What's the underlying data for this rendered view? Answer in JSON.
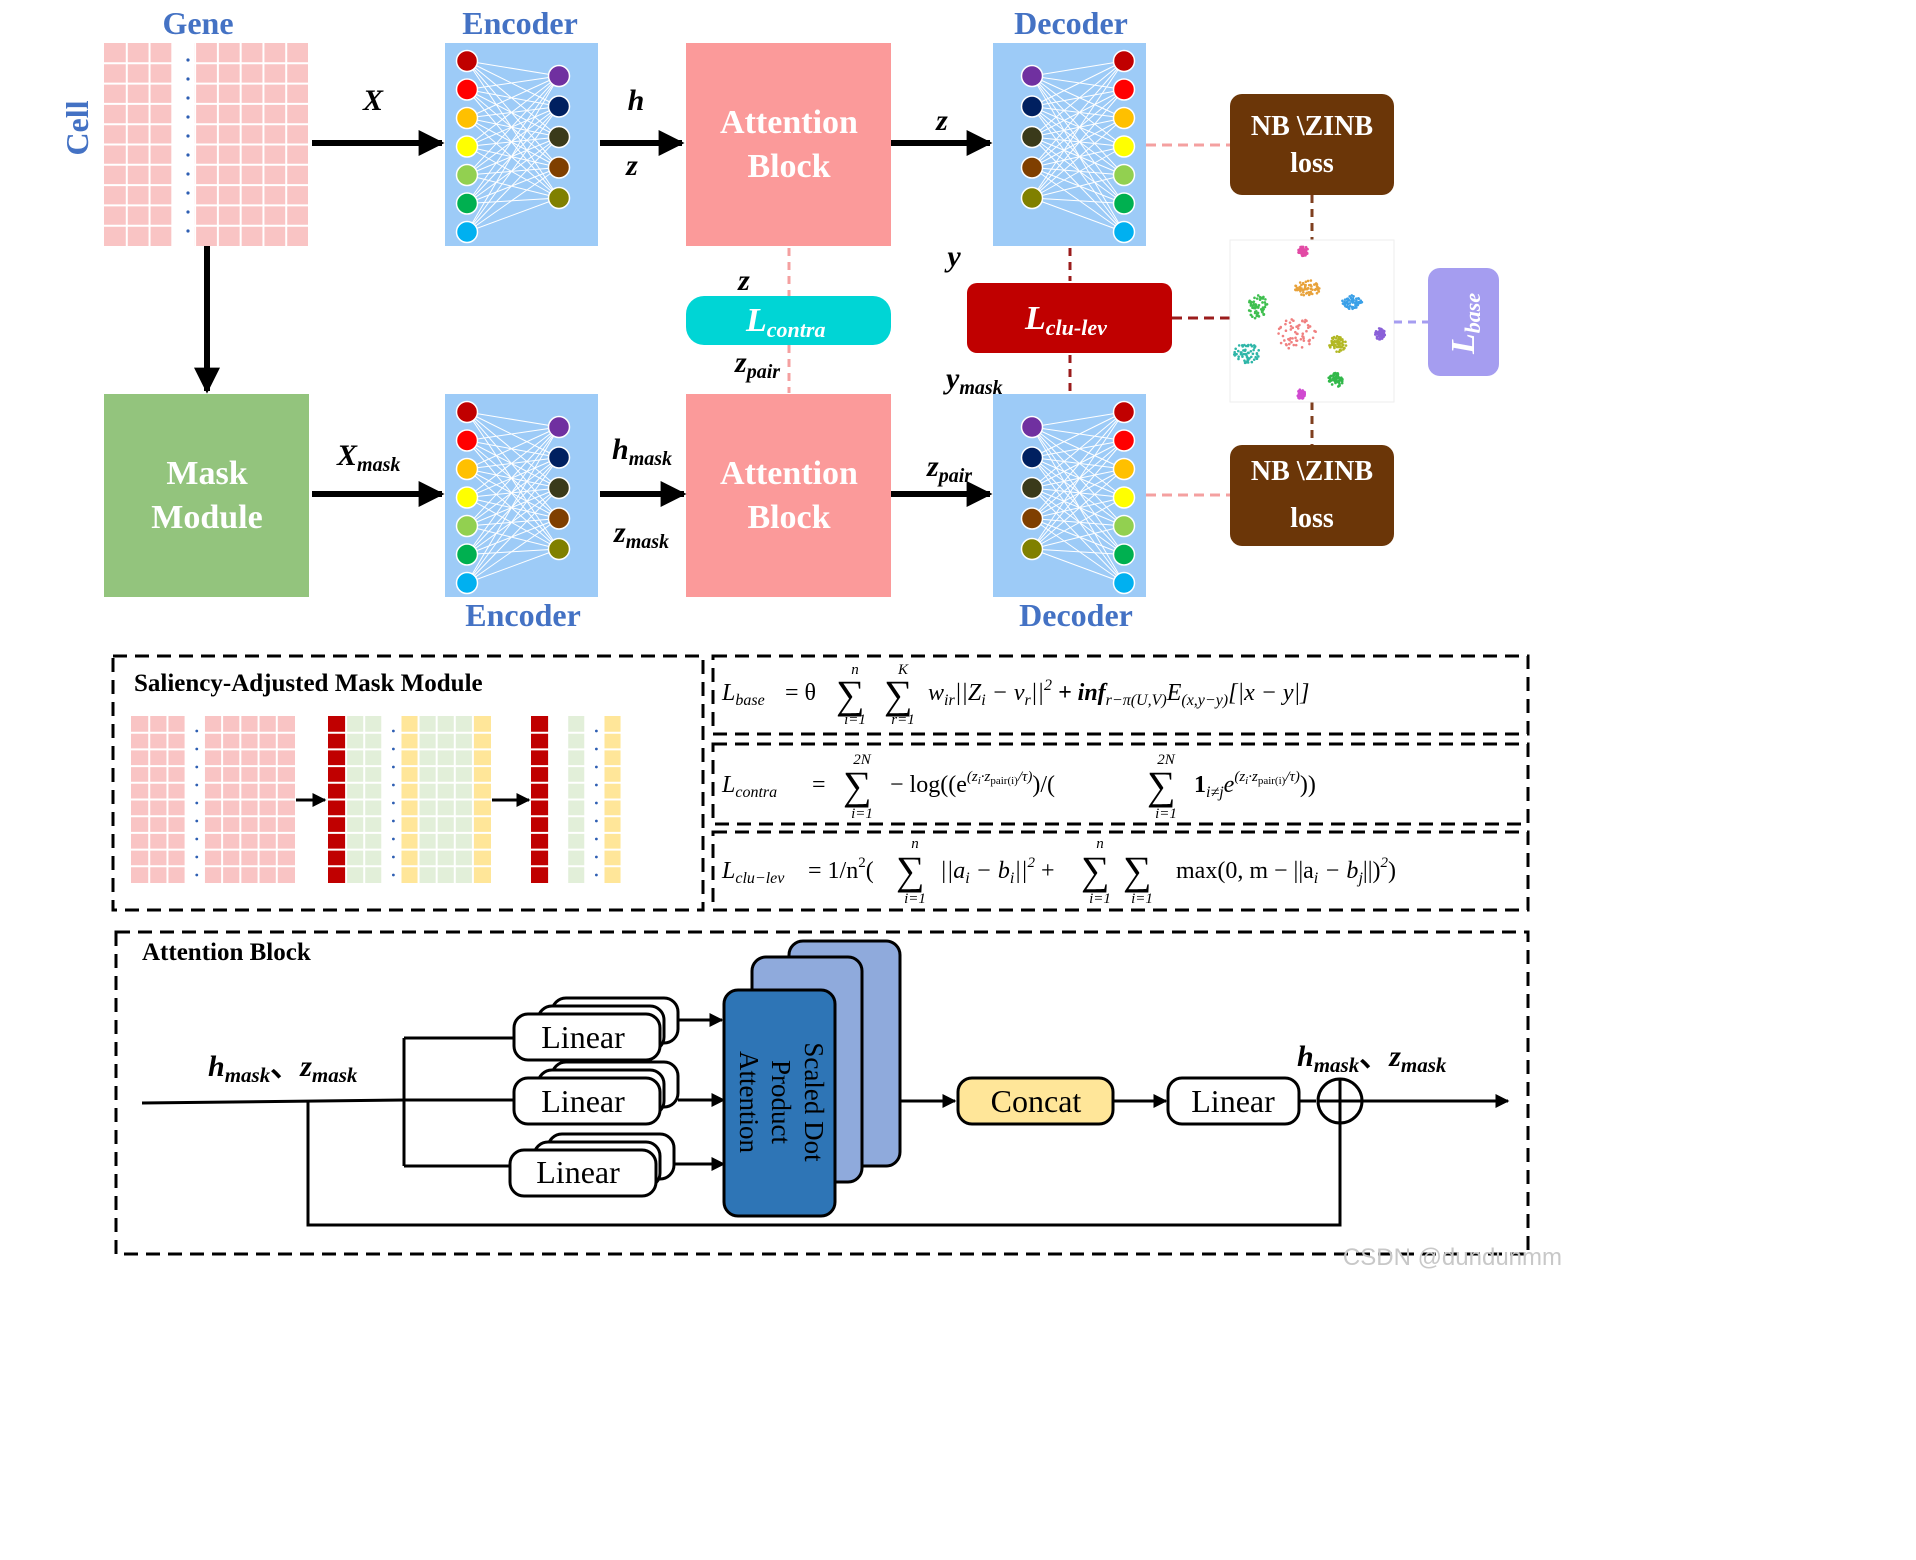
{
  "colors": {
    "title_blue": "#4472c4",
    "grid_pink": "#f9c4c4",
    "encoder_bg": "#9dcbf7",
    "attention_bg": "#fb9a9a",
    "mask_bg": "#93c47d",
    "loss_brown": "#6b3608",
    "contra_cyan": "#00d5d5",
    "clu_red": "#c00000",
    "base_purple": "#a59df0",
    "dot_attn_dark": "#2e75b6",
    "dot_attn_mid": "#6f93d6",
    "dot_attn_light": "#8faadc",
    "concat_yellow": "#ffe699",
    "dash_pink": "#f4a0a0",
    "dash_brown": "#7f3f1f",
    "dash_purple": "#a59df0"
  },
  "top": {
    "gene_label": "Gene",
    "cell_label": "Cell",
    "encoder_top": "Encoder",
    "encoder_bottom": "Encoder",
    "decoder_top": "Decoder",
    "decoder_bottom": "Decoder",
    "x_label": "X",
    "h_label": "h",
    "z_label_a": "z",
    "z_label_b": "z",
    "z_label_c": "z",
    "y_label": "y",
    "zpair_label": "z",
    "zpair_sub": "pair",
    "ymask_label": "y",
    "ymask_sub": "mask",
    "xmask_label": "X",
    "xmask_sub": "mask",
    "hmask_label": "h",
    "hmask_sub": "mask",
    "zmask_label": "z",
    "zmask_sub": "mask",
    "zpair2_label": "z",
    "zpair2_sub": "pair",
    "attention_line1": "Attention",
    "attention_line2": "Block",
    "attention2_line1": "Attention",
    "attention2_line2": "Block",
    "mask_line1": "Mask",
    "mask_line2": "Module",
    "loss_top_line1": "NB \\ZINB",
    "loss_top_line2": "loss",
    "loss_bottom_line1": "NB \\ZINB",
    "loss_bottom_line2": "loss",
    "contra_L": "L",
    "contra_sub": "contra",
    "clu_L": "L",
    "clu_sub": "clu-lev",
    "base_L": "L",
    "base_sub": "base"
  },
  "saliency": {
    "title": "Saliency-Adjusted Mask Module"
  },
  "formulas": {
    "base_lhs": "L",
    "base_lhs_sub": "base",
    "base_rhs": "= θ Σ Σ w",
    "base_rhs_full": "= θ",
    "base_sum1_top": "n",
    "base_sum1_bot": "i=1",
    "base_sum2_top": "K",
    "base_sum2_bot": "r=1",
    "base_tail": "w",
    "base_tail_sub": "ir",
    "base_tail_rest": "||Z",
    "base_zi_sub": "i",
    "base_minus": "− ν",
    "base_nu_sub": "r",
    "base_sq": "||",
    "base_sq_exp": "2",
    "base_plus": "+ inf",
    "base_inf_sub": "r−π(U,V)",
    "base_E": "E",
    "base_E_sub": "(x,y−y)",
    "base_end": "[|x − y|]",
    "contra_lhs": "L",
    "contra_lhs_sub": "contra",
    "contra_eq": "=",
    "contra_sum_top": "2N",
    "contra_sum_bot": "i=1",
    "contra_mid": "− log((e",
    "contra_exp1": "(z",
    "contra_exp1_rest": "i",
    "contra_exp1_b": "·z",
    "contra_exp1_c": "pair(i)",
    "contra_exp1_d": "/τ)",
    "contra_div": ")/(",
    "contra_sum2_top": "2N",
    "contra_sum2_bot": "i=1",
    "contra_one": "1",
    "contra_one_sub": "i≠j",
    "contra_e2": "e",
    "contra_exp2": "(z",
    "contra_exp2_i": "i",
    "contra_exp2_b": "·z",
    "contra_exp2_c": "pair(i)",
    "contra_exp2_d": "/τ)",
    "contra_close": "))",
    "clu_lhs": "L",
    "clu_lhs_sub": "clu−lev",
    "clu_eq": "= 1/n",
    "clu_n_exp": "2",
    "clu_open": "(",
    "clu_sum1_top": "n",
    "clu_sum1_bot": "i=1",
    "clu_term1": "||a",
    "clu_a_sub": "i",
    "clu_minus": "− b",
    "clu_b_sub": "i",
    "clu_sq": "||",
    "clu_sq_exp": "2",
    "clu_plus": "+",
    "clu_sum2_top": "n",
    "clu_sum2_bot": "i=1",
    "clu_sum3_top": "",
    "clu_sum3_bot": "i=1",
    "clu_max": "max(0, m − ||a",
    "clu_max_asub": "i",
    "clu_max_minus": "− b",
    "clu_max_bsub": "j",
    "clu_max_end": "||)",
    "clu_max_exp": "2",
    "clu_close": ")"
  },
  "attention_block": {
    "title": "Attention Block",
    "input_h": "h",
    "input_h_sub": "mask",
    "input_sep": "、",
    "input_z": "z",
    "input_z_sub": "mask",
    "linear1": "Linear",
    "linear2": "Linear",
    "linear3": "Linear",
    "sdpa_line1": "Scaled Dot",
    "sdpa_line2": "Product",
    "sdpa_line3": "Attention",
    "concat": "Concat",
    "linear_out": "Linear",
    "output_h": "h",
    "output_h_sub": "mask",
    "output_sep": "、",
    "output_z": "z",
    "output_z_sub": "mask"
  },
  "watermark": "CSDN @dundunmm"
}
